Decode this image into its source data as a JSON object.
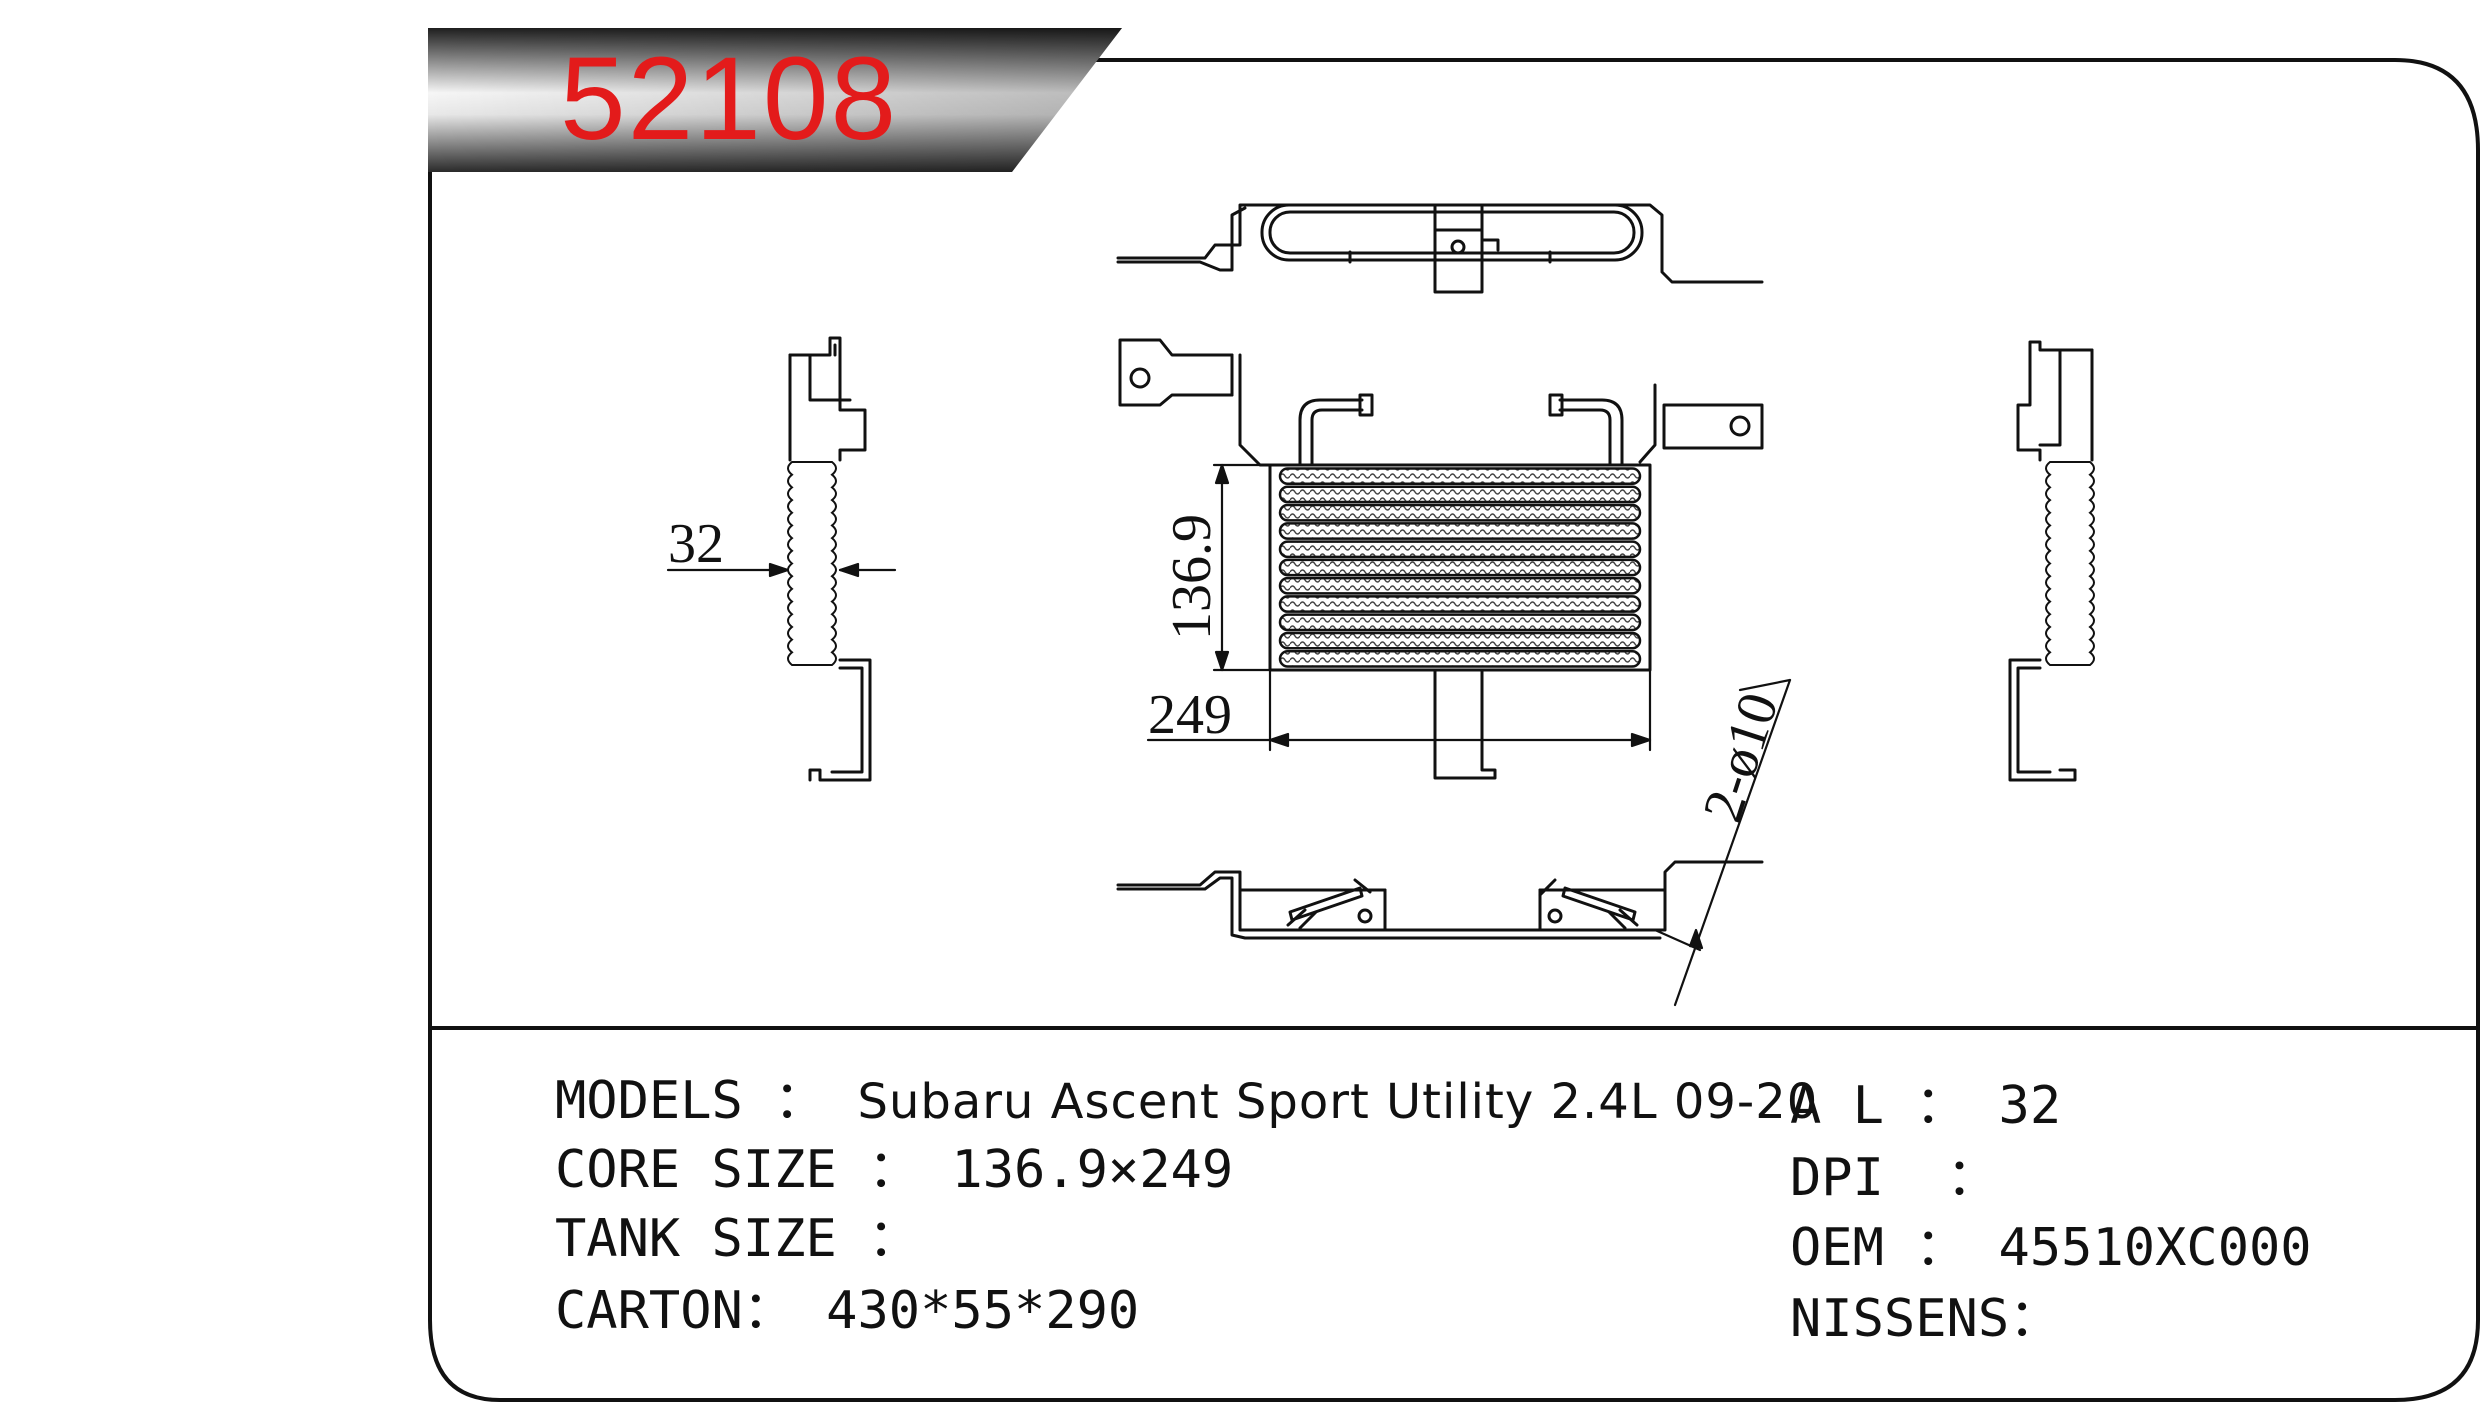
{
  "part_number": "52108",
  "colors": {
    "part_number": "#e31b1b",
    "line": "#111111",
    "banner_dark": "#2a2a2a",
    "banner_light": "#f4f4f4"
  },
  "dimensions": {
    "side_width": "32",
    "core_height": "136.9",
    "core_width": "249",
    "holes": "2-ø10"
  },
  "specs": {
    "models_label": "MODELS",
    "models_value": "Subaru Ascent Sport Utility 2.4L 09-20",
    "core_size_label": "CORE SIZE",
    "core_size_value": "136.9×249",
    "tank_size_label": "TANK SIZE",
    "tank_size_value": "",
    "carton_label": "CARTON",
    "carton_value": "430*55*290",
    "al_label": "A L",
    "al_value": "32",
    "dpi_label": "DPI",
    "dpi_value": "",
    "oem_label": "OEM",
    "oem_value": "45510XC000",
    "nissens_label": "NISSENS",
    "nissens_value": ""
  }
}
